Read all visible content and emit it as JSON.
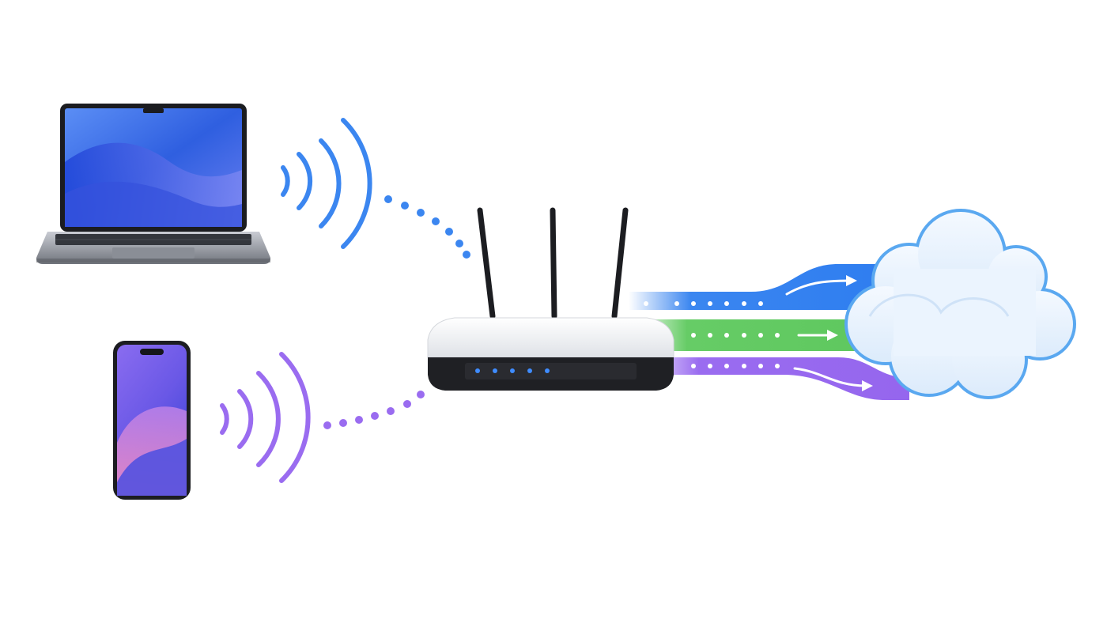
{
  "diagram": {
    "devices": [
      {
        "id": "laptop",
        "icon": "laptop-icon",
        "link_color": "#3b86f0"
      },
      {
        "id": "phone",
        "icon": "smartphone-icon",
        "link_color": "#9a6cf0"
      }
    ],
    "router": {
      "icon": "wifi-router-icon",
      "antennas": 3,
      "status_leds": 5,
      "led_color": "#3f8cff"
    },
    "cloud": {
      "icon": "cloud-icon",
      "outline_color": "#5aa8f0"
    },
    "uplinks": [
      {
        "id": "blue-stream",
        "color": "#3b86f0"
      },
      {
        "id": "green-stream",
        "color": "#66cc66"
      },
      {
        "id": "purple-stream",
        "color": "#9a6cf0"
      }
    ]
  }
}
